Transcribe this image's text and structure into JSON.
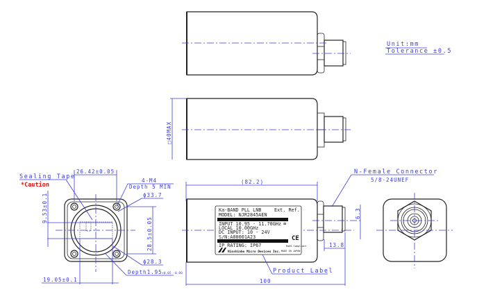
{
  "notes": {
    "unit": "Unit:mm",
    "tolerance": "Tolerance ±0.5"
  },
  "dimensions": {
    "square_max": "□40MAX",
    "flange_width": "26.42±0.05",
    "flange_height": "28.5±0.05",
    "offset_vertical": "9.53±0.1",
    "offset_horizontal": "19.05±0.1",
    "hole_circle_outer": "ϕ33.7",
    "hole_circle_inner": "ϕ28.3",
    "depth": "Depth1.95",
    "depth_tol": "+0.05 -0.00",
    "screws": "4-M4",
    "screw_depth": "Depth 5 MIN",
    "body_length": "(82.2)",
    "total_length": "100",
    "connector_length": "13.8",
    "connector_offset": "6.3"
  },
  "callouts": {
    "sealing_tape": "Sealing Tape",
    "caution": "*Caution",
    "product_label": "Product Label",
    "connector": "N-Female Connector",
    "thread": "5/8-24UNEF"
  },
  "label": {
    "line1": "Ka-BAND PLL LNB",
    "ext_ref": "Ext. Ref.",
    "model": "MODEL: NJR2845AEN",
    "input": "INPUT 10.95 - 11.70GHz",
    "local": "LOCAL 10.00GHz",
    "dc": "DC INPUT: 10 - 24V",
    "serial": "S/N:A00001A23",
    "ip": "IP RATING: IP67",
    "maker": "Nisshinbo Micro Devices Inc.",
    "rohs": "RoHS Compliant",
    "origin": "MADE IN JAPAN",
    "ce": "CE"
  }
}
